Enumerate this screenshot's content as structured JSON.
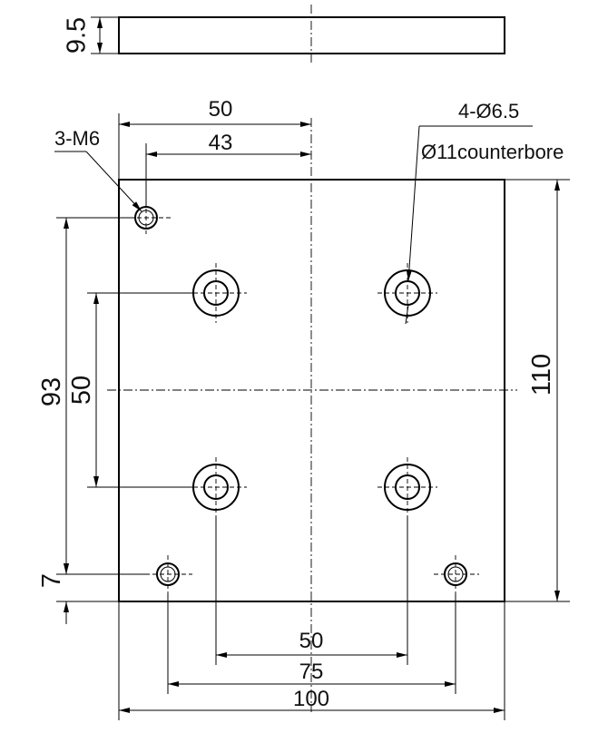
{
  "drawing": {
    "labels": {
      "thickness": "9.5",
      "dim_50_top": "50",
      "dim_43": "43",
      "dim_93": "93",
      "dim_50_vertical": "50",
      "dim_110": "110",
      "dim_7": "7",
      "dim_50_bottom": "50",
      "dim_75": "75",
      "dim_100": "100"
    },
    "callouts": {
      "tapped_holes": "3-M6",
      "counterbore_count": "4-Ø6.5",
      "counterbore_size": "Ø11counterbore"
    }
  }
}
